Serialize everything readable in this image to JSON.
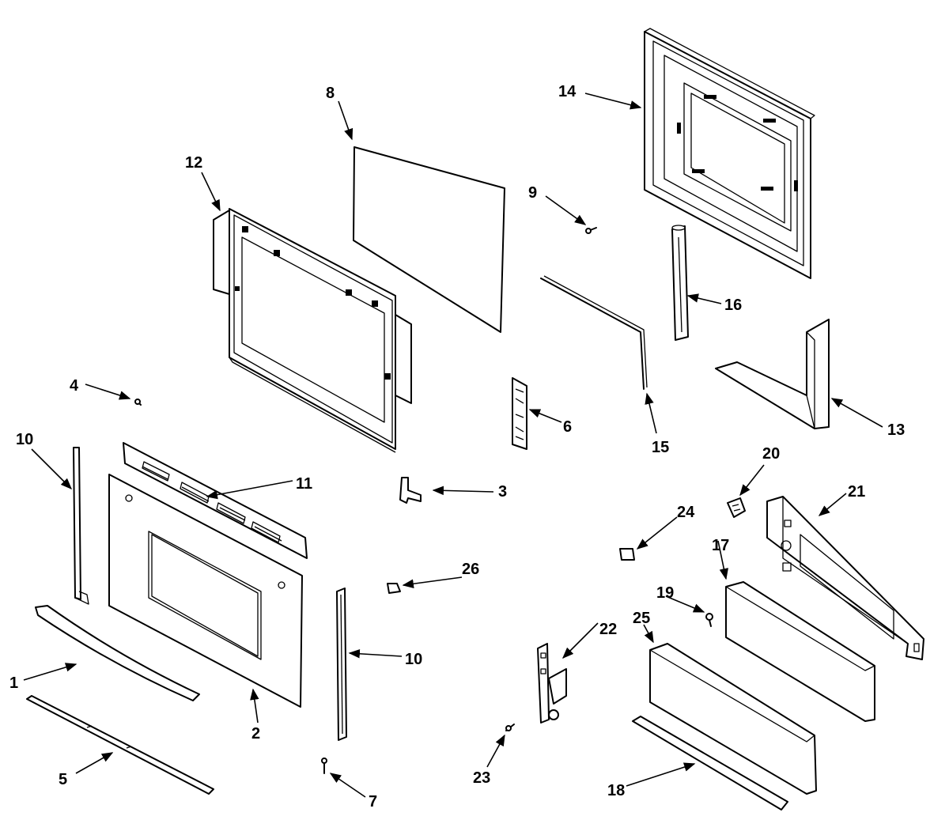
{
  "callouts": {
    "c1": "1",
    "c2": "2",
    "c3": "3",
    "c4": "4",
    "c5": "5",
    "c6": "6",
    "c7": "7",
    "c8": "8",
    "c9": "9",
    "c10a": "10",
    "c10b": "10",
    "c11": "11",
    "c12": "12",
    "c13": "13",
    "c14": "14",
    "c15": "15",
    "c16": "16",
    "c17": "17",
    "c18": "18",
    "c19": "19",
    "c20": "20",
    "c21": "21",
    "c22": "22",
    "c23": "23",
    "c24": "24",
    "c25": "25",
    "c26": "26"
  }
}
